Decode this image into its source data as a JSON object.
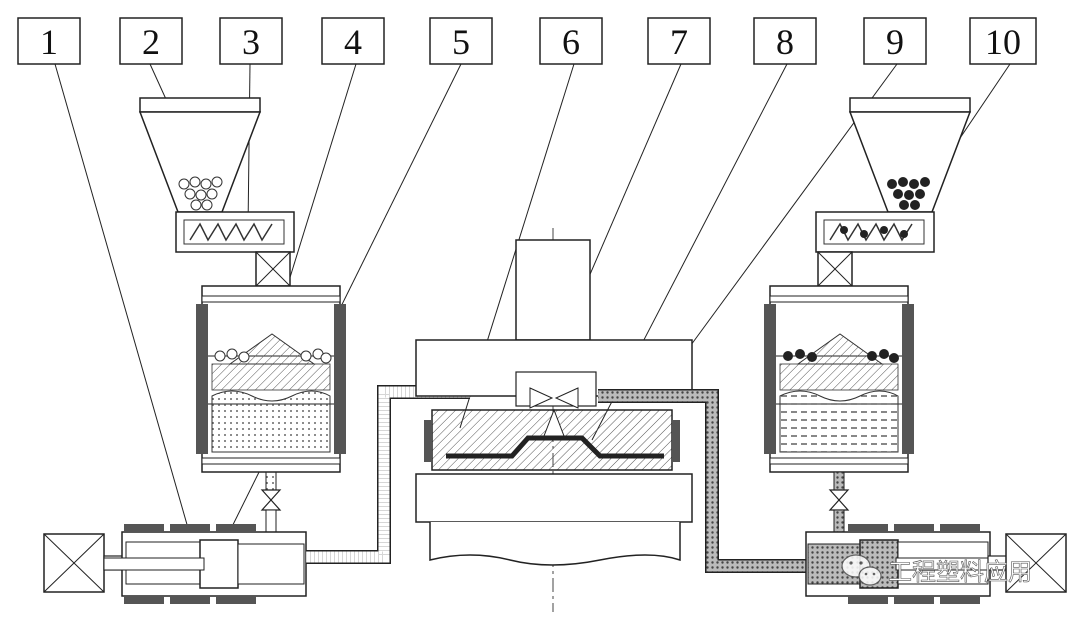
{
  "labels": [
    "1",
    "2",
    "3",
    "4",
    "5",
    "6",
    "7",
    "8",
    "9",
    "10"
  ],
  "watermark": {
    "text": "工程塑料应用",
    "icon": "wechat-icon"
  },
  "colors": {
    "line": "#222222",
    "heater": "#555555",
    "background": "#ffffff"
  }
}
